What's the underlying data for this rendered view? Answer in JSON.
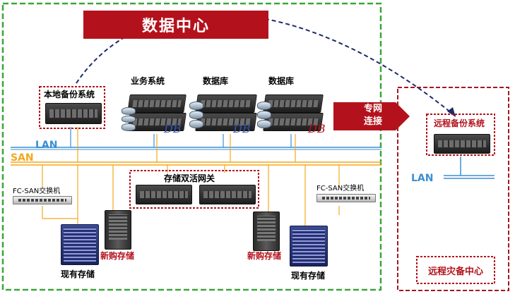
{
  "datacenter": {
    "title": "数据中心"
  },
  "remote": {
    "title": "远程灾备中心",
    "backup_label": "远程备份系统",
    "lan_label": "LAN"
  },
  "link": {
    "label_line1": "专网",
    "label_line2": "连接"
  },
  "network": {
    "lan_label": "LAN",
    "san_label": "SAN"
  },
  "nodes": {
    "local_backup": "本地备份系统",
    "business": "业务系统",
    "database1": "数据库",
    "database2": "数据库",
    "gateway": "存储双活网关",
    "fc_switch_left": "FC-SAN交换机",
    "fc_switch_right": "FC-SAN交换机",
    "new_storage_left": "新购存储",
    "new_storage_right": "新购存储",
    "existing_storage_left": "现有存储",
    "existing_storage_right": "现有存储"
  },
  "colors": {
    "datacenter_border": "#3aa63a",
    "remote_border": "#a01822",
    "title_bg": "#b3121c",
    "lan": "#3a8fd4",
    "san": "#f2a81d"
  }
}
